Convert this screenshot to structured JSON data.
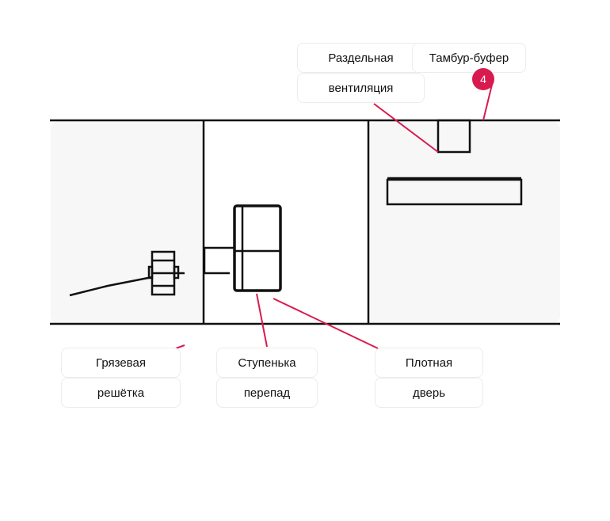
{
  "colors": {
    "accent": "#d81b4f",
    "stroke": "#111111",
    "room_fill": "#f7f7f7",
    "label_border": "#ececec"
  },
  "labels": {
    "separate_ventilation": [
      "Раздельная",
      "вентиляция"
    ],
    "vestibule_buffer": "Тамбур-буфер",
    "vestibule_badge": "4",
    "dirt_grate": [
      "Грязевая",
      "решётка"
    ],
    "step": [
      "Ступенька",
      "перепад"
    ],
    "tight_door": [
      "Плотная",
      "дверь"
    ]
  }
}
